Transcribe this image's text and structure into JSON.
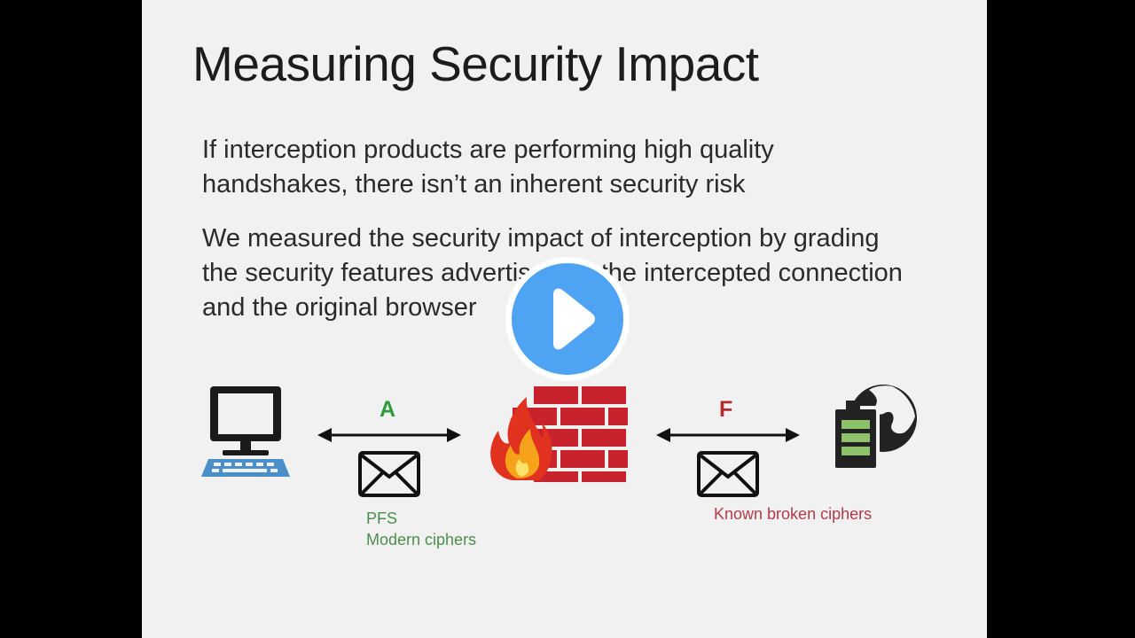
{
  "slide": {
    "title": "Measuring Security Impact",
    "paragraph_1": "If interception products are performing high quality handshakes, there isn’t an inherent security risk",
    "paragraph_2": "We measured the security impact of interception by grading the security features advertised by the intercepted connection and the original browser"
  },
  "diagram": {
    "left_grade": "A",
    "right_grade": "F",
    "left_notes": [
      "PFS",
      "Modern ciphers"
    ],
    "right_note": "Known broken ciphers"
  },
  "colors": {
    "grade_good": "#2e9a3a",
    "grade_bad": "#b5262e",
    "play_button": "#4ea4f2",
    "firewall_brick": "#c8232c",
    "computer_keyboard": "#4a8fc7",
    "server_green": "#8dc26a"
  },
  "icons": [
    "computer-icon",
    "envelope-icon",
    "firewall-icon",
    "server-globe-icon",
    "play-icon"
  ]
}
